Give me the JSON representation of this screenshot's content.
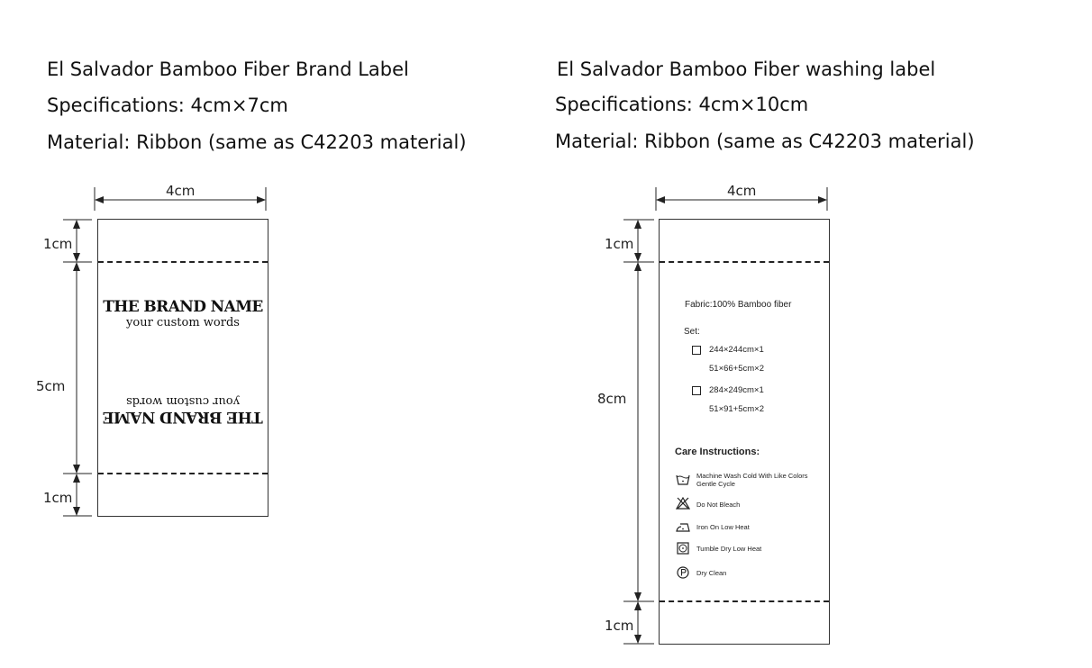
{
  "left": {
    "title": "El Salvador Bamboo Fiber Brand Label",
    "spec": "Specifications: 4cm×7cm",
    "material": "Material: Ribbon (same as C42203 material)",
    "width_dim": "4cm",
    "dims": [
      "1cm",
      "5cm",
      "1cm"
    ],
    "brand_name": "THE BRAND NAME",
    "custom_words": "your custom words"
  },
  "right": {
    "title": "El Salvador Bamboo Fiber washing label",
    "spec": "Specifications: 4cm×10cm",
    "material": "Material: Ribbon (same as C42203 material)",
    "width_dim": "4cm",
    "dims": [
      "1cm",
      "8cm",
      "1cm"
    ],
    "fabric": "Fabric:100% Bamboo fiber",
    "set_label": "Set:",
    "set_items": [
      {
        "line1": "244×244cm×1",
        "line2": "51×66+5cm×2"
      },
      {
        "line1": "284×249cm×1",
        "line2": "51×91+5cm×2"
      }
    ],
    "care_title": "Care Instructions:",
    "care": [
      {
        "icon": "wash-tub-icon",
        "line1": "Machine Wash Cold With Like Colors",
        "line2": "Gentle Cycle"
      },
      {
        "icon": "no-bleach-icon",
        "line1": "Do Not Bleach"
      },
      {
        "icon": "iron-low-icon",
        "line1": "Iron On Low Heat"
      },
      {
        "icon": "tumble-dry-low-icon",
        "line1": "Tumble Dry Low Heat"
      },
      {
        "icon": "dry-clean-p-icon",
        "line1": "Dry Clean"
      }
    ]
  }
}
